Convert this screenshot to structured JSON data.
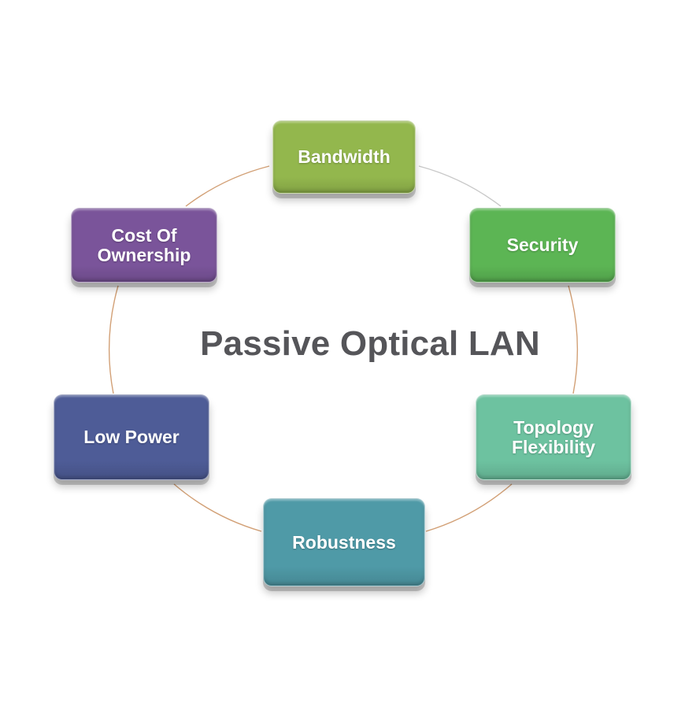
{
  "title": "Passive Optical LAN",
  "nodes": [
    {
      "label": "Bandwidth",
      "color": "#93b74d"
    },
    {
      "label": "Security",
      "color": "#5cb554"
    },
    {
      "label": "Topology\nFlexibility",
      "color": "#6dc2a0"
    },
    {
      "label": "Robustness",
      "color": "#4f9aa7"
    },
    {
      "label": "Low Power",
      "color": "#4e5c97"
    },
    {
      "label": "Cost Of\nOwnership",
      "color": "#7a549a"
    }
  ],
  "connector_colors": {
    "primary": "#d2a076",
    "secondary": "#c8c8c8"
  }
}
